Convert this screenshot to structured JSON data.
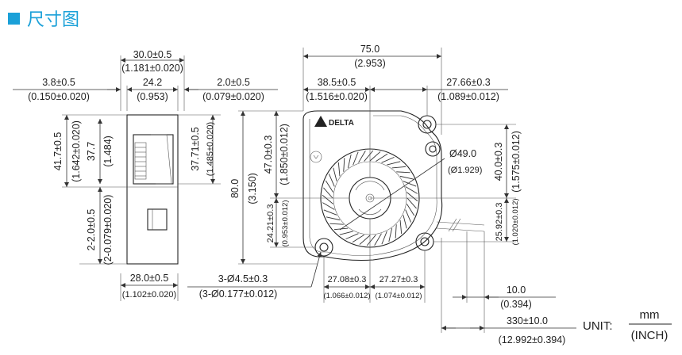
{
  "header": {
    "title": "尺寸图",
    "accent_color": "#1aa0d8"
  },
  "drawing": {
    "logo_text": "DELTA",
    "side_view": {
      "width_total": "30.0±0.5",
      "width_total_in": "(1.181±0.020)",
      "left_offset": "3.8±0.5",
      "left_offset_in": "(0.150±0.020)",
      "body_width": "24.2",
      "body_width_in": "(0.953)",
      "right_offset": "2.0±0.5",
      "right_offset_in": "(0.079±0.020)",
      "height_outer": "41.7±0.5",
      "height_outer_in": "(1.642±0.020)",
      "height_inner": "37.7",
      "height_inner_in": "(1.484)",
      "height_right": "37.71±0.5",
      "height_right_in": "(1.485±0.020)",
      "bottom_gap": "2-2.0±0.5",
      "bottom_gap_in": "(2-0.079±0.020)",
      "base_width": "28.0±0.5",
      "base_width_in": "(1.102±0.020)"
    },
    "front_view": {
      "total_width": "75.0",
      "total_width_in": "(2.953)",
      "left_width": "38.5±0.5",
      "left_width_in": "(1.516±0.020)",
      "right_width": "27.66±0.3",
      "right_width_in": "(1.089±0.012)",
      "height_total": "80.0",
      "height_total_in": "(3.150)",
      "height_upper": "47.0±0.3",
      "height_upper_in": "(1.850±0.012)",
      "height_lower": "24.21±0.3",
      "height_lower_in": "(0.953±0.012)",
      "hub_diameter": "Ø49.0",
      "hub_diameter_in": "(Ø1.929)",
      "right_upper": "40.0±0.3",
      "right_upper_in": "(1.575±0.012)",
      "right_lower": "25.92±0.3",
      "right_lower_in": "(1.020±0.012)",
      "holes": "3-Ø4.5±0.3",
      "holes_in": "(3-Ø0.177±0.012)",
      "bottom_left": "27.08±0.3",
      "bottom_left_in": "(1.066±0.012)",
      "bottom_right": "27.27±0.3",
      "bottom_right_in": "(1.074±0.012)",
      "strip_length": "10.0",
      "strip_length_in": "(0.394)",
      "lead_length": "330±10.0",
      "lead_length_in": "(12.992±0.394)"
    },
    "unit": {
      "label": "UNIT:",
      "numerator": "mm",
      "denominator": "(INCH)"
    }
  }
}
